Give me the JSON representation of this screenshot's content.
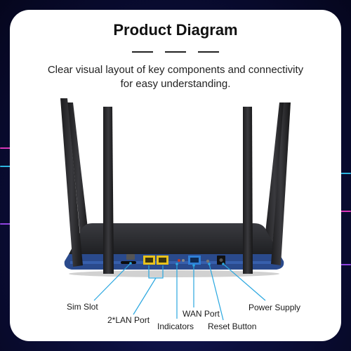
{
  "header": {
    "title": "Product Diagram",
    "subtitle_line1": "Clear visual layout of key components and connectivity",
    "subtitle_line2": "for easy understanding."
  },
  "callouts": {
    "sim_slot": "Sim Slot",
    "lan_port": "2*LAN Port",
    "indicators": "Indicators",
    "wan_port": "WAN Port",
    "reset_button": "Reset Button",
    "power_supply": "Power Supply"
  },
  "colors": {
    "accent_line": "#2aa7e0",
    "router_body": "#2e2f33",
    "router_base": "#2a4a8c",
    "port_yellow": "#e8c21c",
    "port_blue": "#2f7fd6"
  }
}
